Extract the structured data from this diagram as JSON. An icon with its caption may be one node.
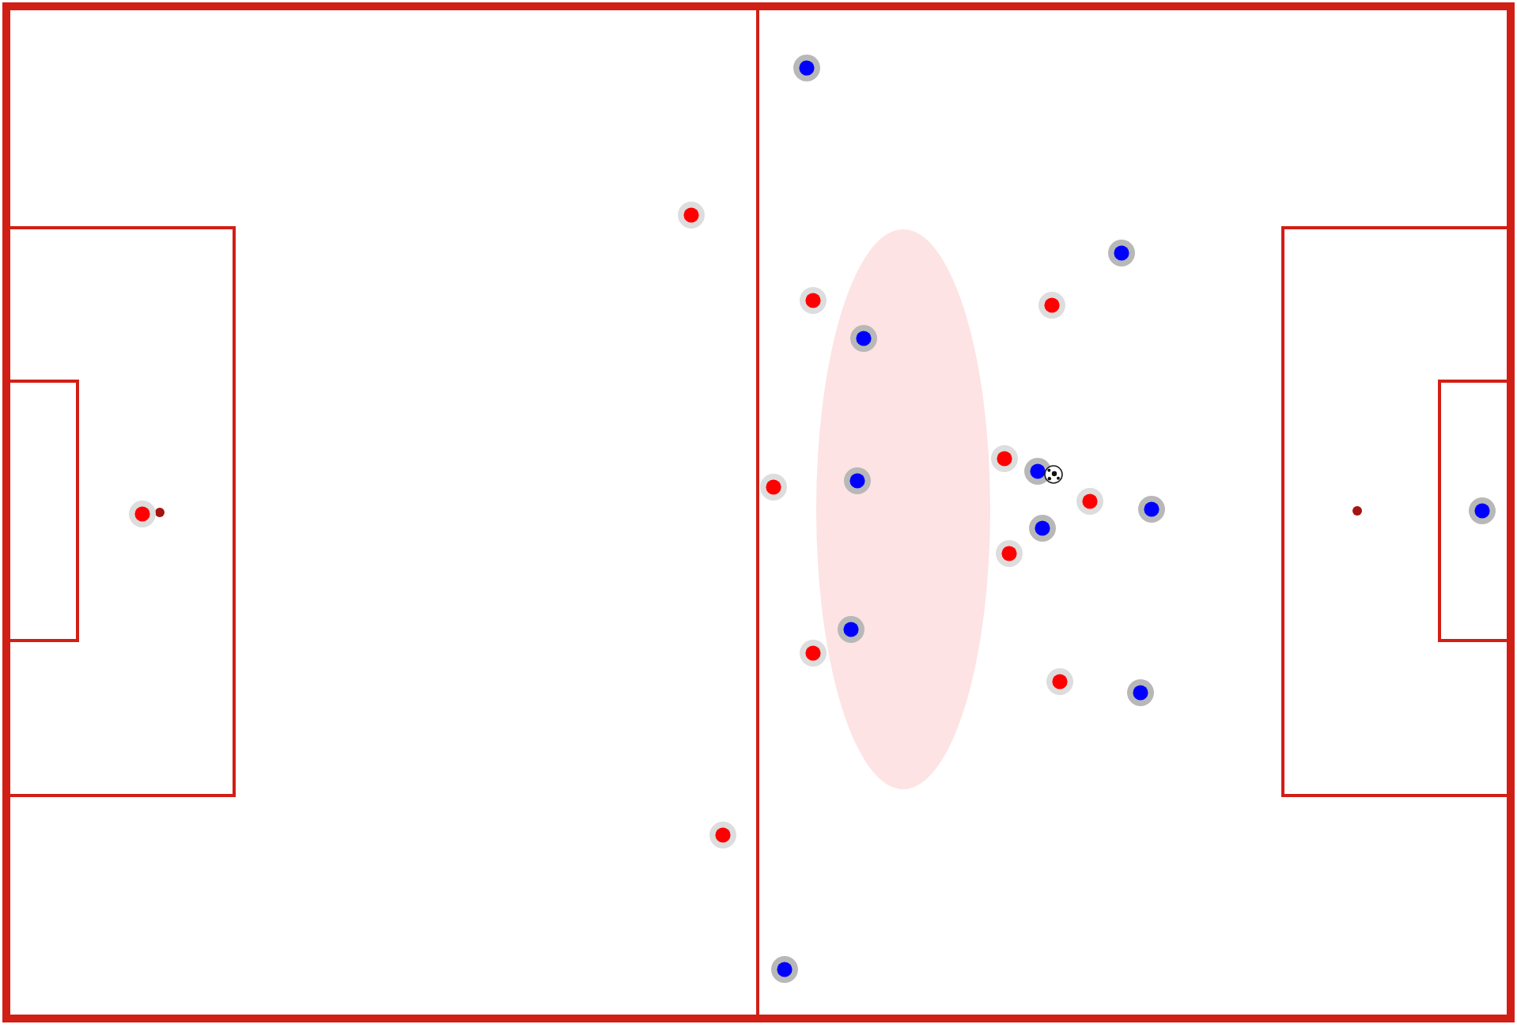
{
  "diagram": {
    "nodes": [
      {
        "text": [],
        "shape": "circle"
      },
      {
        "text": [],
        "shape": "circle"
      },
      {
        "text": [],
        "shape": "circle"
      },
      {
        "text": [],
        "shape": "circle"
      },
      {
        "text": [],
        "shape": "circle"
      },
      {
        "text": [],
        "shape": "circle"
      },
      {
        "text": [],
        "shape": "circle"
      },
      {
        "text": [],
        "shape": "circle"
      },
      {
        "text": [],
        "shape": "circle"
      },
      {
        "text": [],
        "shape": "circle"
      },
      {
        "text": [],
        "shape": "circle"
      },
      {
        "text": [],
        "shape": "circle"
      },
      {
        "text": [],
        "shape": "circle"
      },
      {
        "text": [],
        "shape": "circle"
      },
      {
        "text": [],
        "shape": "circle"
      },
      {
        "text": [],
        "shape": "circle"
      },
      {
        "text": [],
        "shape": "circle"
      },
      {
        "text": [],
        "shape": "circle"
      },
      {
        "text": [],
        "shape": "circle"
      },
      {
        "text": [],
        "shape": "circle"
      },
      {
        "text": [],
        "shape": "circle"
      },
      {
        "text": [],
        "shape": "circle"
      }
    ]
  }
}
